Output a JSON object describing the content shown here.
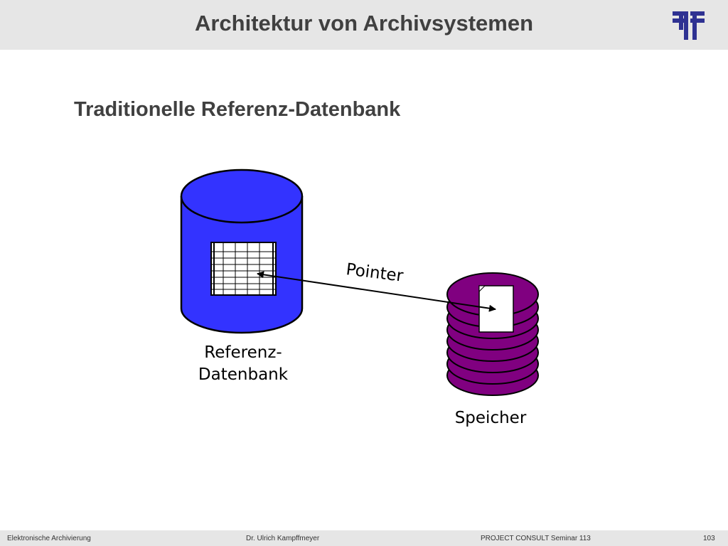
{
  "header": {
    "title": "Architektur von Archivsystemen",
    "logo_icon": "project-consult-logo-icon"
  },
  "slide": {
    "subtitle": "Traditionelle Referenz-Datenbank"
  },
  "diagram": {
    "database_label_line1": "Referenz-",
    "database_label_line2": "Datenbank",
    "storage_label": "Speicher",
    "arrow_label": "Pointer",
    "colors": {
      "database_fill": "#3333ff",
      "storage_fill": "#800080",
      "outline": "#000000"
    }
  },
  "footer": {
    "left": "Elektronische Archivierung",
    "middle": "Dr. Ulrich Kampffmeyer",
    "right": "PROJECT CONSULT Seminar 113",
    "page_number": "103"
  }
}
